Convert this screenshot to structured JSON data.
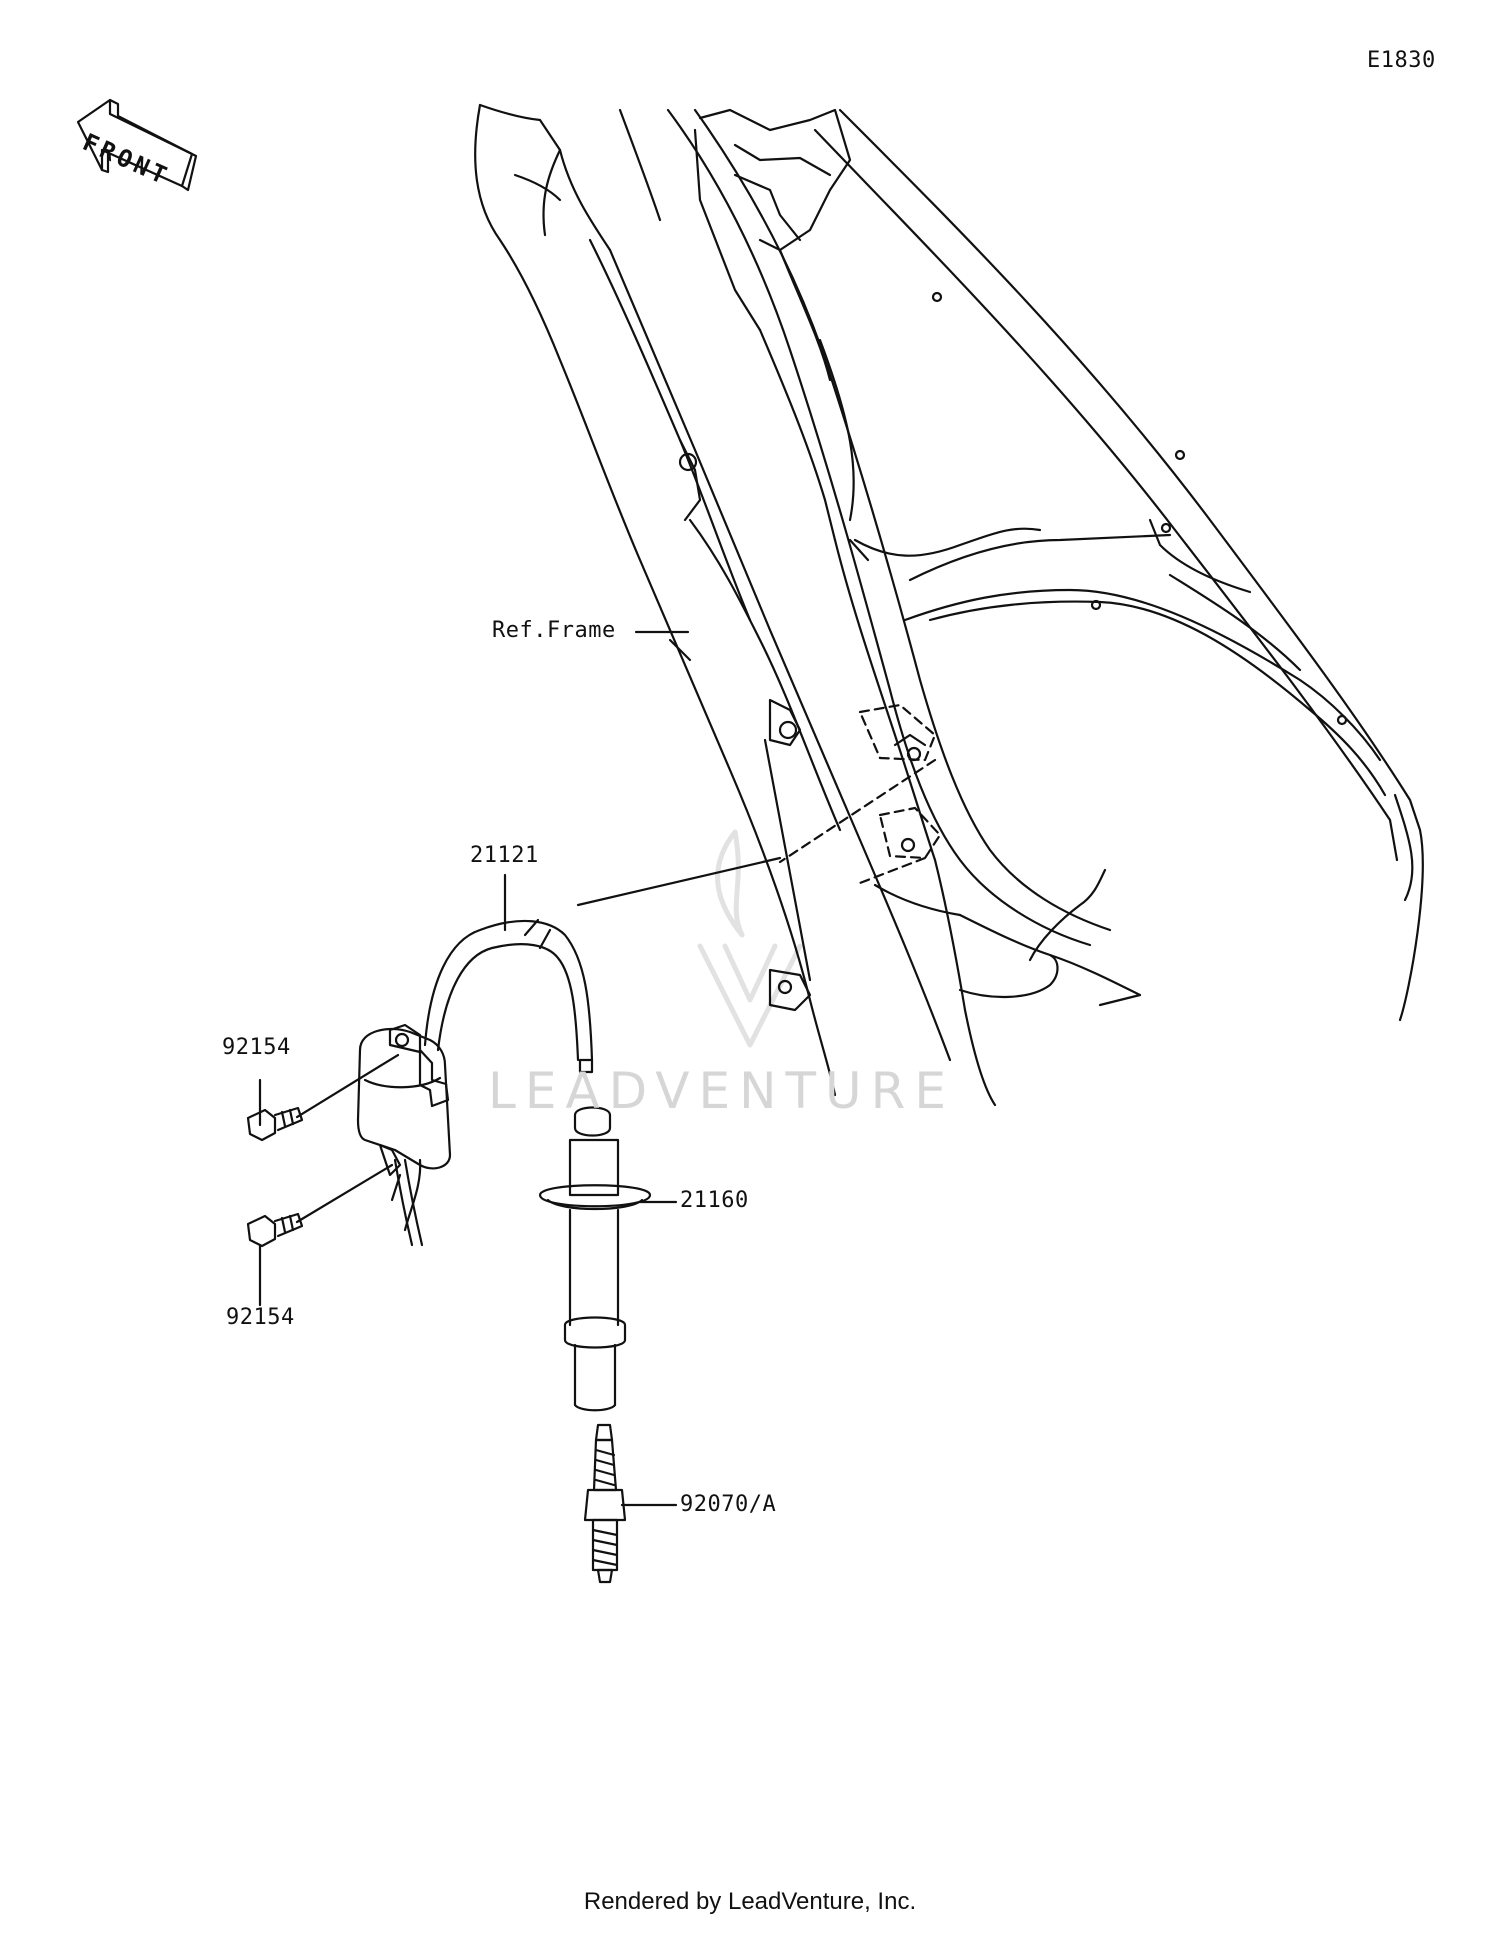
{
  "diagram_code": "E1830",
  "front_arrow_text": "FRONT",
  "labels": {
    "ref_frame": "Ref.Frame",
    "ignition_coil": "21121",
    "bolt_upper": "92154",
    "bolt_lower": "92154",
    "plug_cap": "21160",
    "spark_plug": "92070/A"
  },
  "watermark": "LEADVENTURE",
  "footer": "Rendered by LeadVenture, Inc."
}
